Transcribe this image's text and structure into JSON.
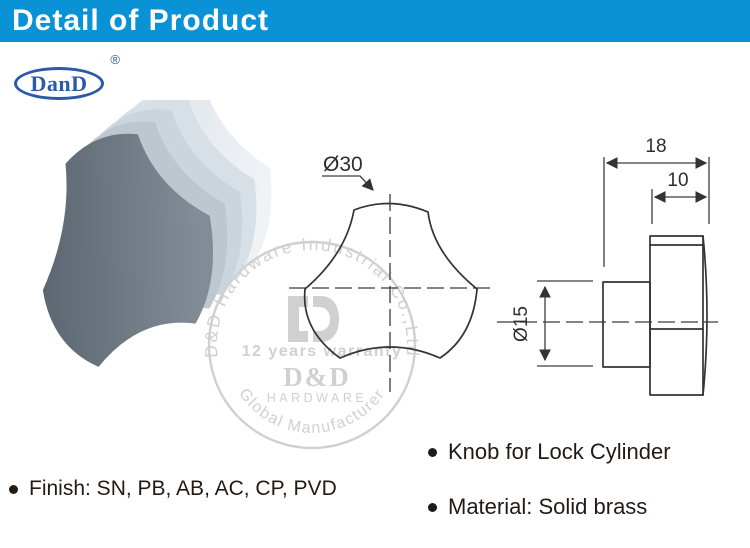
{
  "header": {
    "title": "Detail of Product"
  },
  "brand": {
    "name": "DanD",
    "registered_mark": "®"
  },
  "watermark": {
    "arc_top": "D&D Hardware Industrial Co.,Ltd",
    "arc_bottom": "Global Manufacturer",
    "warranty": "12 years warranty",
    "brand": "D&D",
    "brand_sub": "HARDWARE"
  },
  "drawings": {
    "front_view": {
      "dim_diameter": "Ø30"
    },
    "side_view": {
      "dim_total_depth": "18",
      "dim_head_depth": "10",
      "dim_boss_diameter": "Ø15"
    }
  },
  "specs": {
    "finish": "Finish: SN, PB, AB, AC, CP, PVD",
    "product": "Knob for Lock Cylinder",
    "material": "Material: Solid brass"
  },
  "theme": {
    "header_bg": "#0992d5",
    "header_text": "#ffffff",
    "logo_blue": "#2a5aa8",
    "text_dark": "#231a14",
    "watermark_gray": "#d0d0d0"
  }
}
